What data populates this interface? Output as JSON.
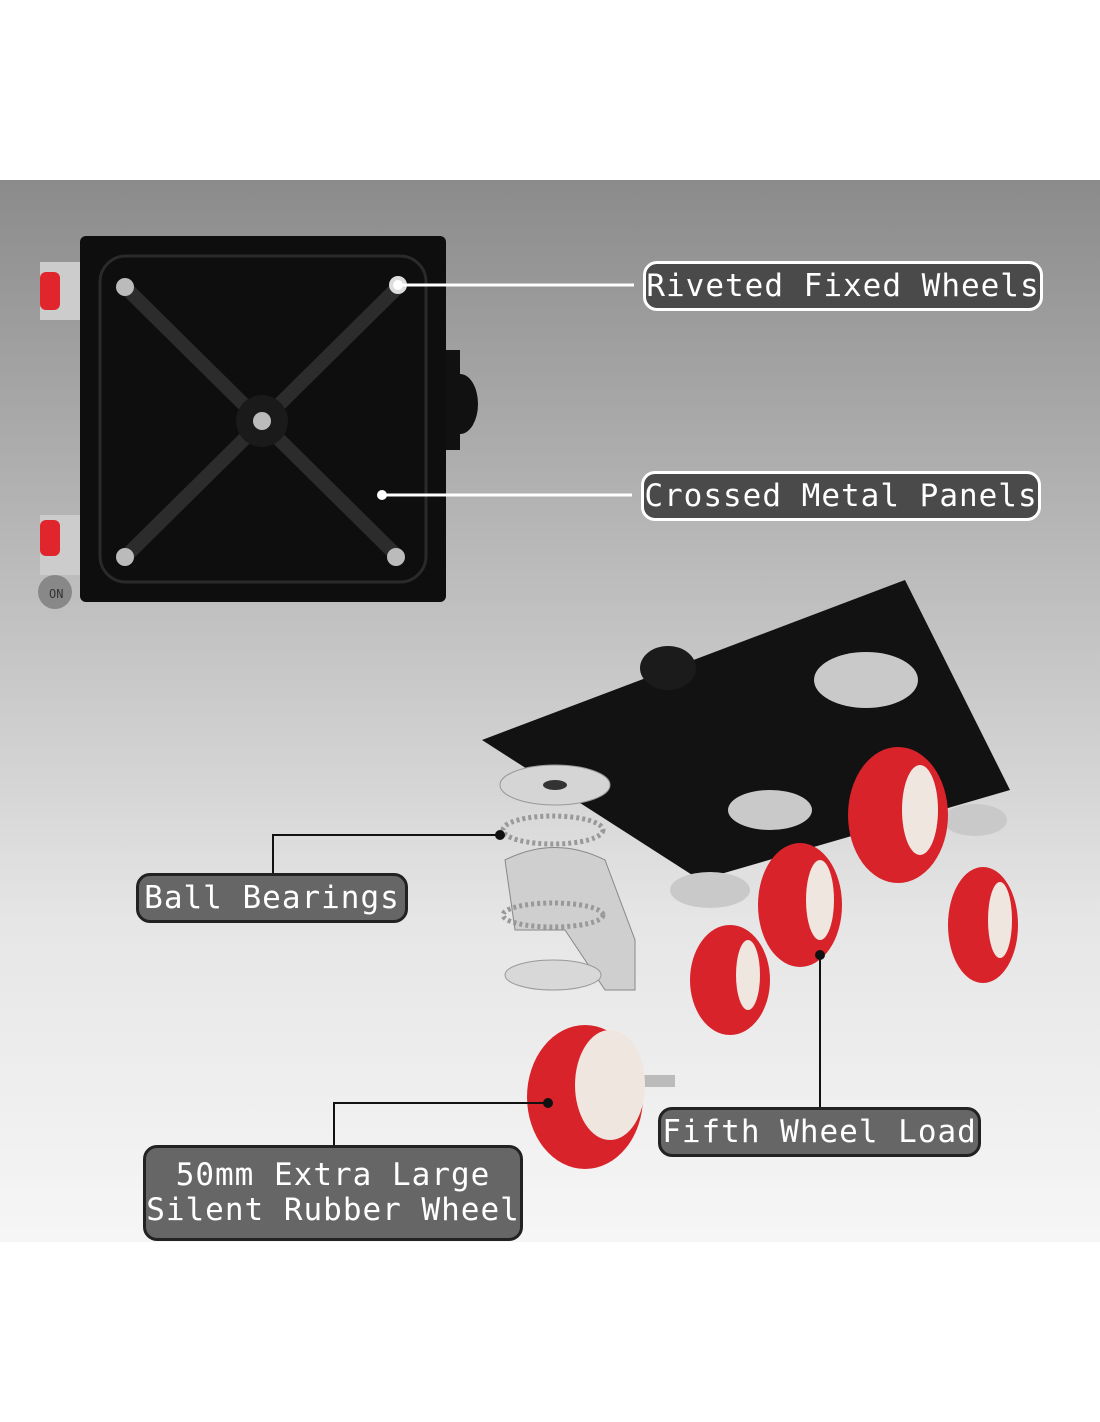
{
  "callouts": {
    "riveted": "Riveted Fixed Wheels",
    "crossed": "Crossed Metal Panels",
    "bearings": "Ball Bearings",
    "fifth": "Fifth Wheel Load",
    "wheel_line1": "50mm Extra Large",
    "wheel_line2": "Silent Rubber Wheel"
  },
  "brake_text": "ON",
  "colors": {
    "wheel_red": "#d8232a",
    "plate": "#0e0e0e",
    "label_fill": "#666666"
  }
}
